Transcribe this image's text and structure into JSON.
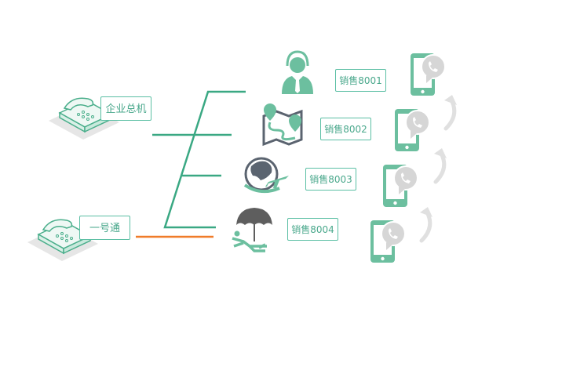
{
  "sources": [
    {
      "label": "企业总机",
      "icon": "desk-phone-icon"
    },
    {
      "label": "一号通",
      "icon": "desk-phone-icon"
    }
  ],
  "destinations": [
    {
      "label": "销售8001",
      "icon": "customer-service-agent-icon"
    },
    {
      "label": "销售8002",
      "icon": "map-route-icon"
    },
    {
      "label": "销售8003",
      "icon": "globe-airplane-icon"
    },
    {
      "label": "销售8004",
      "icon": "beach-umbrella-icon"
    }
  ],
  "colors": {
    "green": "#3aa883",
    "light_green": "#6cc0a2",
    "orange": "#f07c2a",
    "gray": "#d9d9d9",
    "dark_gray": "#5b6470"
  }
}
